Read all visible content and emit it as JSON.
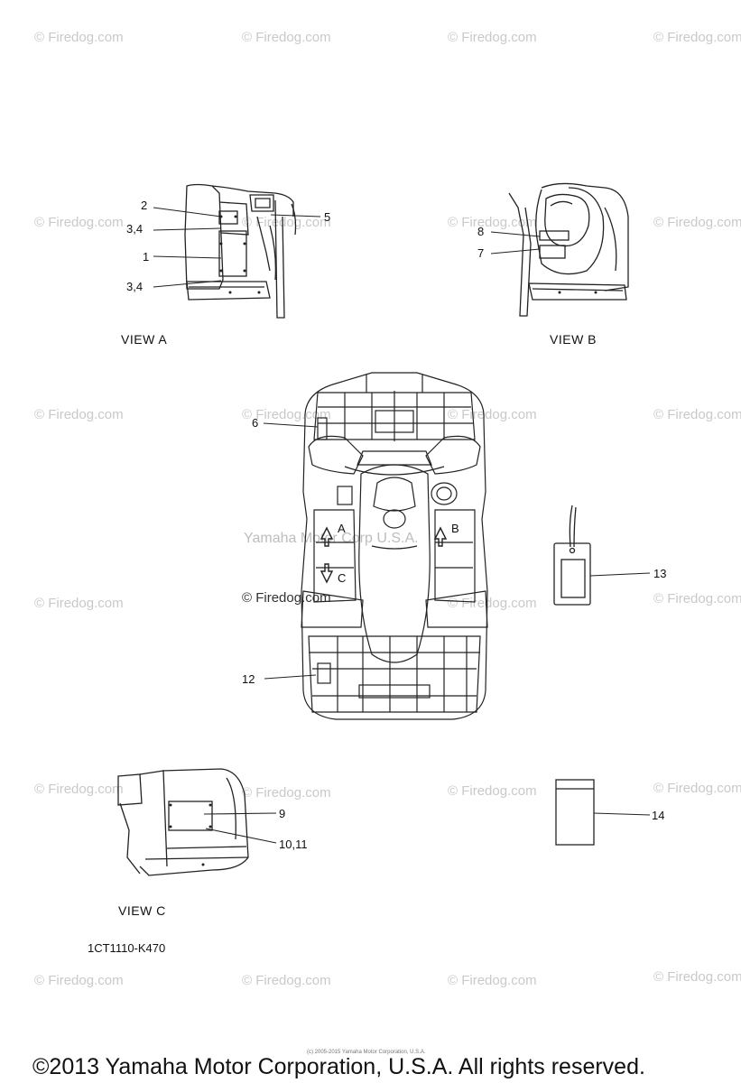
{
  "watermark": "© Firedog.com",
  "center_watermark": "Yamaha Motor Corp U.S.A.",
  "views": {
    "a": "VIEW A",
    "b": "VIEW B",
    "c": "VIEW C"
  },
  "callouts": {
    "c2": "2",
    "c34_top": "3,4",
    "c1": "1",
    "c34_bottom": "3,4",
    "c5": "5",
    "c8": "8",
    "c7": "7",
    "c6": "6",
    "c12": "12",
    "c13": "13",
    "c9": "9",
    "c1011": "10,11",
    "c14": "14"
  },
  "arrows": {
    "a": "A",
    "b": "B",
    "c": "C"
  },
  "part_code": "1CT1110-K470",
  "tiny_copyright": "(c) 2005-2015 Yamaha Motor Corporation, U.S.A.",
  "footer": "©2013 Yamaha Motor Corporation, U.S.A. All rights reserved."
}
